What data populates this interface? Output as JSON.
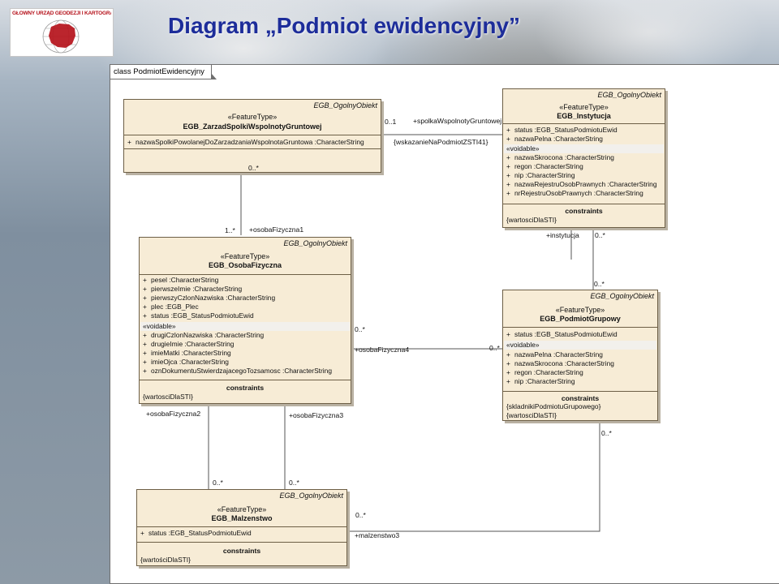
{
  "page": {
    "title": "Diagram „Podmiot ewidencyjny”",
    "logo_text": "GŁÓWNY URZĄD GEODEZJI I KARTOGRAFII",
    "frame_label": "class PodmiotEwidencyjny"
  },
  "classes": {
    "spolka": {
      "parent": "EGB_OgolnyObiekt",
      "stereotype": "«FeatureType»",
      "name": "EGB_ZarzadSpolkiWspolnotyGruntowej",
      "attrs": [
        {
          "vis": "+",
          "text": "nazwaSpolkiPowolanejDoZarzadzaniaWspolnotaGruntowa :CharacterString"
        }
      ]
    },
    "instytucja": {
      "parent": "EGB_OgolnyObiekt",
      "stereotype": "«FeatureType»",
      "name": "EGB_Instytucja",
      "attrs": [
        {
          "vis": "+",
          "text": "status :EGB_StatusPodmiotuEwid"
        },
        {
          "vis": "+",
          "text": "nazwaPelna :CharacterString"
        }
      ],
      "voidable": "«voidable»",
      "void_attrs": [
        {
          "vis": "+",
          "text": "nazwaSkrocona :CharacterString"
        },
        {
          "vis": "+",
          "text": "regon :CharacterString"
        },
        {
          "vis": "+",
          "text": "nip :CharacterString"
        },
        {
          "vis": "+",
          "text": "nazwaRejestruOsobPrawnych :CharacterString"
        },
        {
          "vis": "+",
          "text": "nrRejestruOsobPrawnych :CharacterString"
        }
      ],
      "constraints_label": "constraints",
      "constraints": [
        "{wartosciDlaSTI}"
      ]
    },
    "osoba": {
      "parent": "EGB_OgolnyObiekt",
      "stereotype": "«FeatureType»",
      "name": "EGB_OsobaFizyczna",
      "attrs": [
        {
          "vis": "+",
          "text": "pesel :CharacterString"
        },
        {
          "vis": "+",
          "text": "pierwszeImie :CharacterString"
        },
        {
          "vis": "+",
          "text": "pierwszyCzlonNazwiska :CharacterString"
        },
        {
          "vis": "+",
          "text": "plec :EGB_Plec"
        },
        {
          "vis": "+",
          "text": "status :EGB_StatusPodmiotuEwid"
        }
      ],
      "voidable": "«voidable»",
      "void_attrs": [
        {
          "vis": "+",
          "text": "drugiCzlonNazwiska :CharacterString"
        },
        {
          "vis": "+",
          "text": "drugieImie :CharacterString"
        },
        {
          "vis": "+",
          "text": "imieMatki :CharacterString"
        },
        {
          "vis": "+",
          "text": "imieOjca :CharacterString"
        },
        {
          "vis": "+",
          "text": "oznDokumentuStwierdzajacegoTozsamosc :CharacterString"
        }
      ],
      "constraints_label": "constraints",
      "constraints": [
        "{wartosciDlaSTI}"
      ]
    },
    "grupowy": {
      "parent": "EGB_OgolnyObiekt",
      "stereotype": "«FeatureType»",
      "name": "EGB_PodmiotGrupowy",
      "attrs": [
        {
          "vis": "+",
          "text": "status :EGB_StatusPodmiotuEwid"
        }
      ],
      "voidable": "«voidable»",
      "void_attrs": [
        {
          "vis": "+",
          "text": "nazwaPelna :CharacterString"
        },
        {
          "vis": "+",
          "text": "nazwaSkrocona :CharacterString"
        },
        {
          "vis": "+",
          "text": "regon :CharacterString"
        },
        {
          "vis": "+",
          "text": "nip :CharacterString"
        }
      ],
      "constraints_label": "constraints",
      "constraints": [
        "{skladnikiPodmiotuGrupowego}",
        "{wartosciDlaSTI}"
      ]
    },
    "malzenstwo": {
      "parent": "EGB_OgolnyObiekt",
      "stereotype": "«FeatureType»",
      "name": "EGB_Malzenstwo",
      "attrs": [
        {
          "vis": "+",
          "text": "status :EGB_StatusPodmiotuEwid"
        }
      ],
      "constraints_label": "constraints",
      "constraints": [
        "{wartościDlaSTI}"
      ]
    }
  },
  "labels": {
    "spolka_right_mult": "0..1",
    "spolka_role": "+spolkaWspolnotyGruntowej",
    "spolka_constraint": "{wskazanieNaPodmiotZSTI41}",
    "spolka_bottom_mult": "0..*",
    "osoba1_mult": "1..*",
    "osoba1_role": "+osobaFizyczna1",
    "instytucja_role": "+instytucja",
    "instytucja_mult": "0..*",
    "osoba4_left_mult": "0..*",
    "osoba4_role": "+osobaFizyczna4",
    "osoba4_right_mult": "0..*",
    "grupowy_top_mult": "0..*",
    "grupowy_bottom_mult": "0..*",
    "osoba2_role": "+osobaFizyczna2",
    "osoba3_role": "+osobaFizyczna3",
    "malz_left_mult": "0..*",
    "malz_right_mult": "0..*",
    "malz_side_mult": "0..*",
    "malz_role": "+malzenstwo3"
  },
  "colors": {
    "class_fill": "#f7ecd6",
    "class_border": "#6d5f46",
    "title": "#1d2d9a",
    "logo_red": "#b5121b"
  }
}
